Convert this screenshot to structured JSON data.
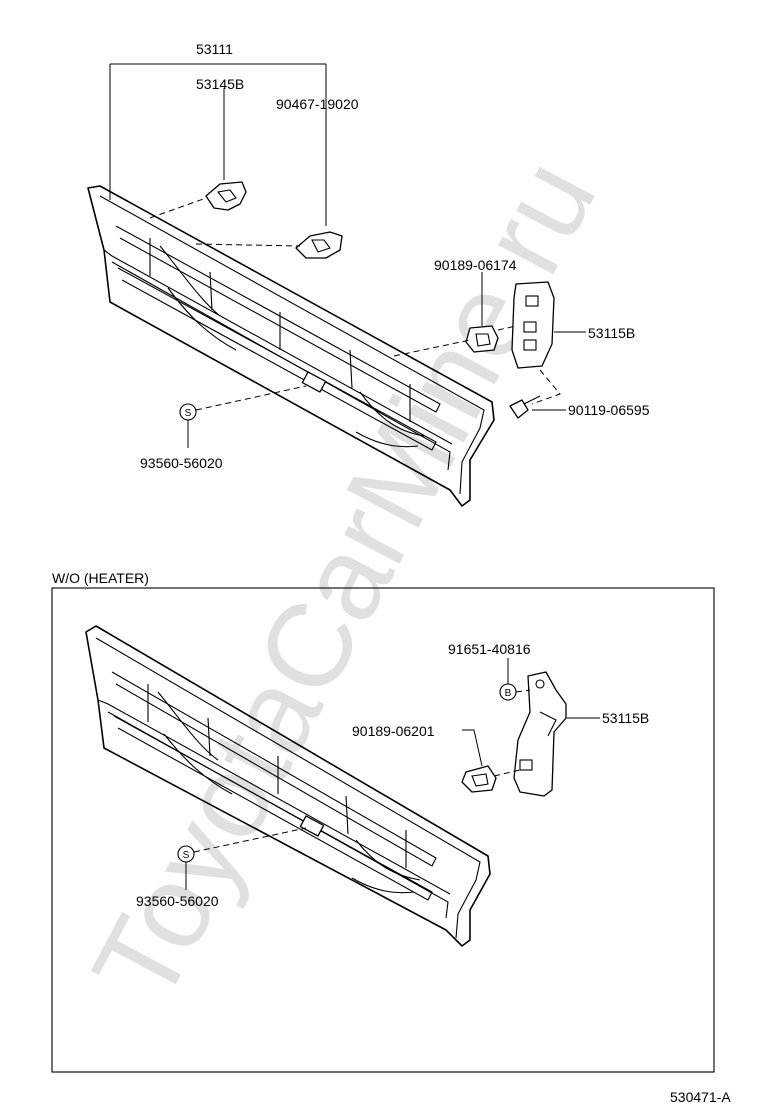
{
  "watermark": "ToyotaCarMine.ru",
  "upper_section": {
    "labels": {
      "grille_assy": "53111",
      "clip_upper": "53145B",
      "clip_lower": "90467-19020",
      "nut_upper": "90189-06174",
      "bracket_upper": "53115B",
      "bolt_upper": "90119-06595",
      "emblem_symbol": "S",
      "emblem_upper": "93560-56020"
    }
  },
  "lower_section": {
    "title": "W/O (HEATER)",
    "labels": {
      "screw_symbol": "B",
      "screw": "91651-40816",
      "nut_lower": "90189-06201",
      "bracket_lower": "53115B",
      "emblem_symbol": "S",
      "emblem_lower": "93560-56020"
    }
  },
  "document_id": "530471-A"
}
